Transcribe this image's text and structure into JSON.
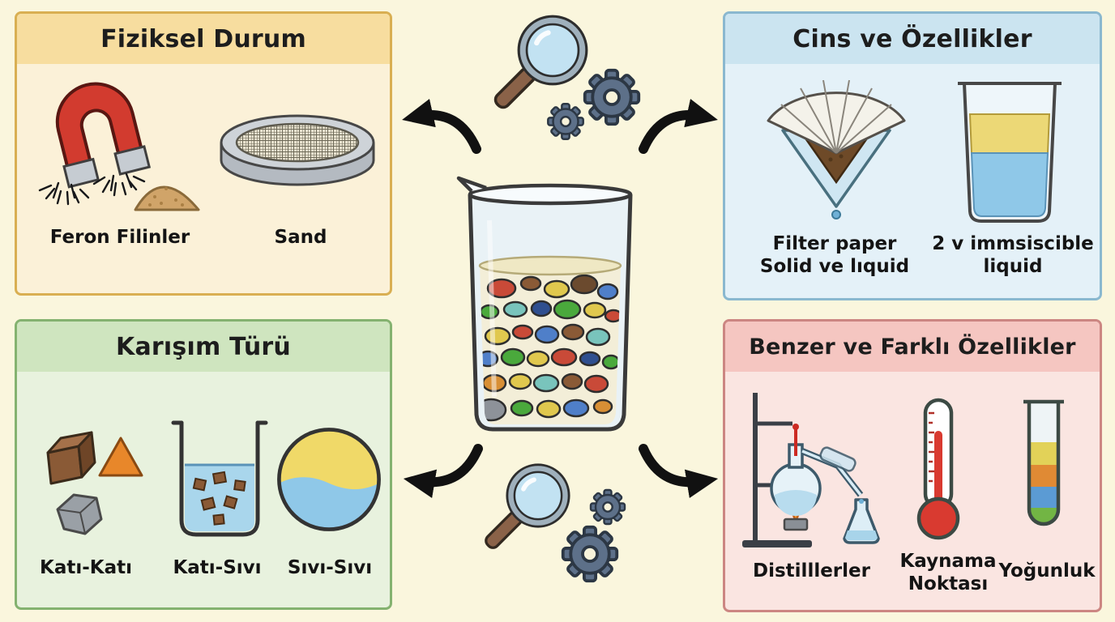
{
  "panels": {
    "fiziksel": {
      "title": "Fiziksel Durum",
      "items": [
        {
          "icon": "horseshoe-magnet-iron-filings",
          "label": "Feron Filinler"
        },
        {
          "icon": "sieve",
          "label": "Sand"
        }
      ]
    },
    "cins": {
      "title": "Cins ve Özellikler",
      "items": [
        {
          "icon": "filter-paper-funnel",
          "label_line1": "Filter paper",
          "label_line2": "Solid ve lıquid"
        },
        {
          "icon": "beaker-two-immiscible-liquids",
          "label_line1": "2 v immsiscible",
          "label_line2": "liquid"
        }
      ]
    },
    "karisim": {
      "title": "Karışım Türü",
      "items": [
        {
          "icon": "solid-solid-shapes",
          "label": "Katı-Katı"
        },
        {
          "icon": "beaker-solid-in-liquid",
          "label": "Katı-Sıvı"
        },
        {
          "icon": "liquid-liquid-circle",
          "label": "Sıvı-Sıvı"
        }
      ]
    },
    "benzer": {
      "title": "Benzer ve Farklı Özellikler",
      "items": [
        {
          "icon": "distillation-apparatus",
          "label": "Distilllerler"
        },
        {
          "icon": "thermometer",
          "label_line1": "Kaynama",
          "label_line2": "Noktası"
        },
        {
          "icon": "test-tube-density-layers",
          "label": "Yoğunluk"
        }
      ]
    }
  },
  "center": {
    "icon": "beaker-colorful-mixture"
  },
  "decorations": [
    {
      "icon": "magnifying-glass-and-gears",
      "position": "top-center"
    },
    {
      "icon": "magnifying-glass-and-gears",
      "position": "bottom-center"
    }
  ],
  "colors": {
    "background": "#faf6dd",
    "fiziksel_border": "#d9af52",
    "fiziksel_header": "#f7dd9f",
    "fiziksel_body": "#fbf1d8",
    "cins_border": "#8ab8cf",
    "cins_header": "#cbe4f0",
    "cins_body": "#e4f1f8",
    "karisim_border": "#84b270",
    "karisim_header": "#cfe5bf",
    "karisim_body": "#e8f2de",
    "benzer_border": "#cc8682",
    "benzer_header": "#f5c6c1",
    "benzer_body": "#fae5e1",
    "arrow": "#111111",
    "magnet_red": "#d23b2f",
    "gear_gray": "#5d7089"
  }
}
